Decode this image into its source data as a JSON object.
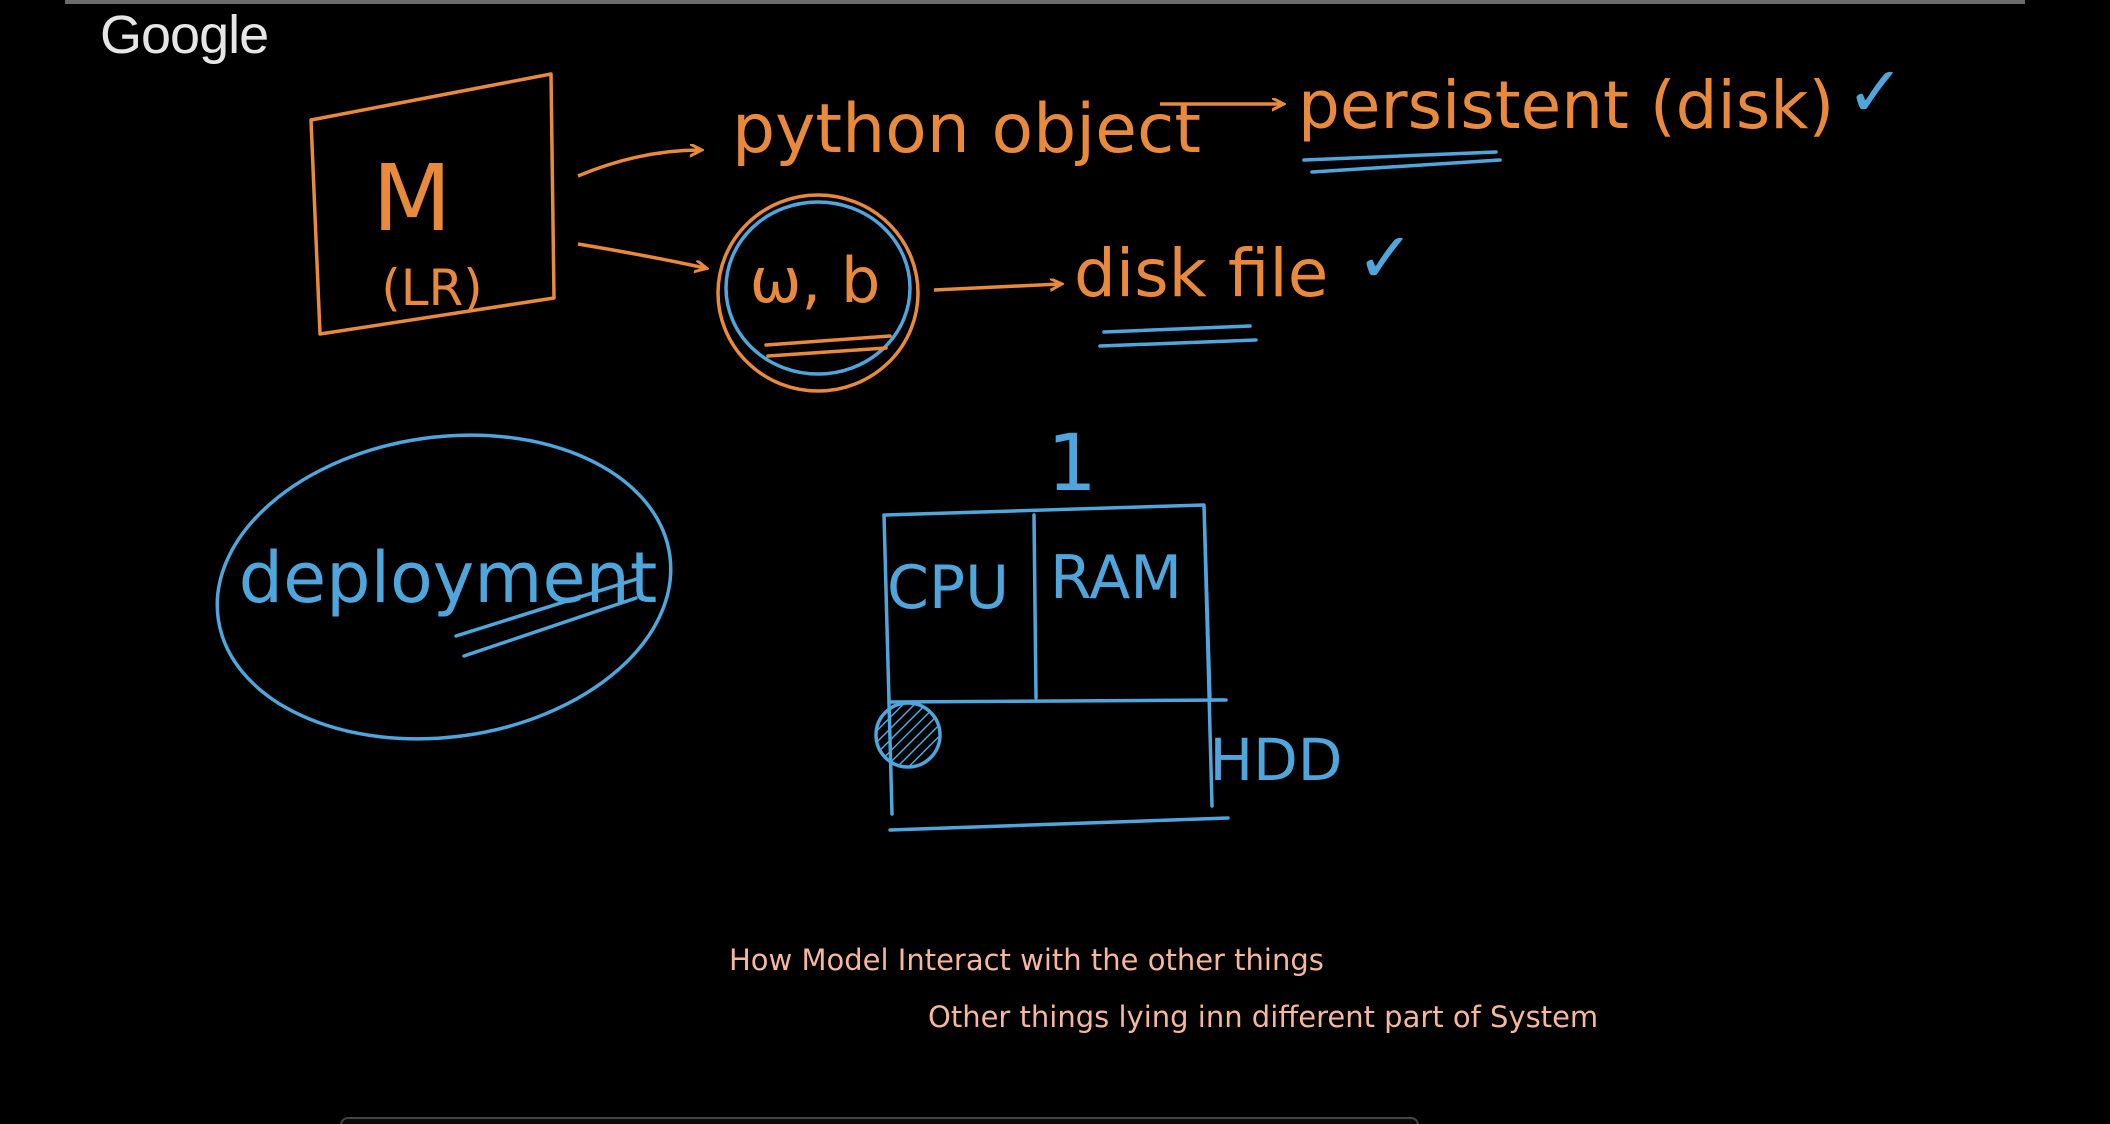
{
  "app": {
    "logo_text": "Google"
  },
  "colors": {
    "background": "#000000",
    "ink_orange": "#e8893c",
    "ink_blue": "#4ea6dc",
    "caption": "#f6b79d",
    "logo": "#e6e6e6"
  },
  "board": {
    "model_letter": "M",
    "model_sub": "(LR)",
    "python_object": "python object",
    "persistent": "persistent (disk)",
    "check_1": "✓",
    "weights": "ω, b",
    "disk_file": "disk file",
    "check_2": "✓",
    "deployment": "deployment",
    "number": "1",
    "cpu": "CPU",
    "ram": "RAM",
    "hdd": "HDD"
  },
  "captions": {
    "line_1": "How Model Interact with the other things",
    "line_2": "Other things lying inn different part of System"
  }
}
